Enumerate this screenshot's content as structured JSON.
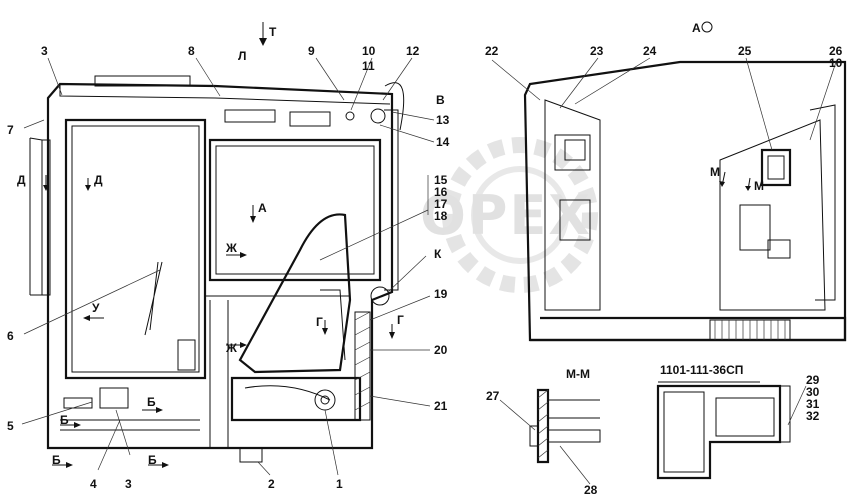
{
  "labels": {
    "n1": "1",
    "n2": "2",
    "n3a": "3",
    "n3b": "3",
    "n4": "4",
    "n5": "5",
    "n6": "6",
    "n7": "7",
    "n8": "8",
    "n9": "9",
    "n10a": "10",
    "n11": "11",
    "n12": "12",
    "n13": "13",
    "n14": "14",
    "n15": "15",
    "n16": "16",
    "n17": "17",
    "n18": "18",
    "n19": "19",
    "n20": "20",
    "n21": "21",
    "n22": "22",
    "n23": "23",
    "n24": "24",
    "n25": "25",
    "n26": "26",
    "n10b": "10",
    "n27": "27",
    "n28": "28",
    "n29": "29",
    "n30": "30",
    "n31": "31",
    "n32": "32"
  },
  "views": {
    "t": "Т",
    "l": "Л",
    "v": "В",
    "k": "К",
    "u": "У",
    "d1": "Д",
    "d2": "Д",
    "zh1": "Ж",
    "zh2": "Ж",
    "a": "А",
    "g1": "Г",
    "g2": "Г",
    "b1": "Б",
    "b2": "Б",
    "b3": "Б",
    "b4": "Б",
    "m1": "М",
    "m2": "М",
    "view_a": "А",
    "section_mm": "М-М",
    "part_no": "1101-111-36СП"
  },
  "watermark": "OPEX"
}
